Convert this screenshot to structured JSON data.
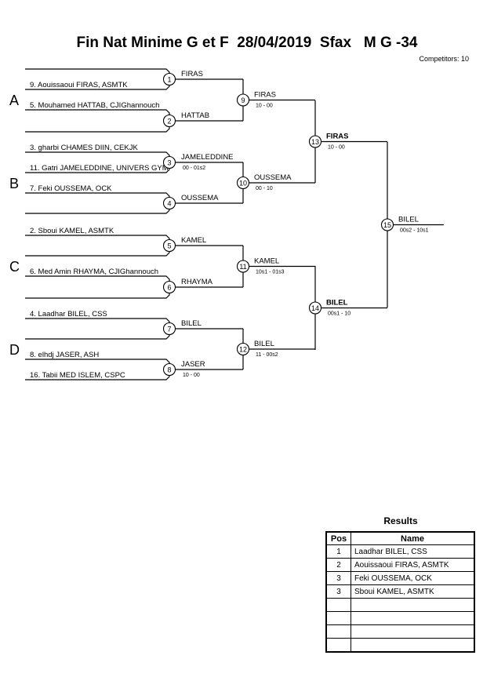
{
  "header": {
    "title": "Fin Nat Minime G et F  28/04/2019  Sfax   M G -34",
    "competitors": "Competitors: 10"
  },
  "groups": [
    "A",
    "B",
    "C",
    "D"
  ],
  "competitors": [
    "9. Aouissaoui FIRAS, ASMTK",
    "5. Mouhamed HATTAB, CJIGhannouch",
    "3. gharbi CHAMES DIIN, CEKJK",
    "11. Gatri JAMELEDDINE, UNIVERS GYM",
    "7. Feki OUSSEMA, OCK",
    "2. Sboui KAMEL, ASMTK",
    "6. Med Amin RHAYMA, CJIGhannouch",
    "4. Laadhar BILEL, CSS",
    "8. elhdj JASER, ASH",
    "16. Tabii MED ISLEM, CSPC"
  ],
  "matches": [
    {
      "num": "1",
      "winner": "FIRAS",
      "score": ""
    },
    {
      "num": "2",
      "winner": "HATTAB",
      "score": ""
    },
    {
      "num": "3",
      "winner": "JAMELEDDINE",
      "score": "00 - 01s2"
    },
    {
      "num": "4",
      "winner": "OUSSEMA",
      "score": ""
    },
    {
      "num": "5",
      "winner": "KAMEL",
      "score": ""
    },
    {
      "num": "6",
      "winner": "RHAYMA",
      "score": ""
    },
    {
      "num": "7",
      "winner": "BILEL",
      "score": ""
    },
    {
      "num": "8",
      "winner": "JASER",
      "score": "10 - 00"
    },
    {
      "num": "9",
      "winner": "FIRAS",
      "score": "10 - 00"
    },
    {
      "num": "10",
      "winner": "OUSSEMA",
      "score": "00 - 10"
    },
    {
      "num": "11",
      "winner": "KAMEL",
      "score": "10s1 - 01s3"
    },
    {
      "num": "12",
      "winner": "BILEL",
      "score": "11 - 00s2"
    },
    {
      "num": "13",
      "winner": "FIRAS",
      "score": "10 - 00"
    },
    {
      "num": "14",
      "winner": "BILEL",
      "score": "00s1 - 10"
    },
    {
      "num": "15",
      "winner": "BILEL",
      "score": "00s2 - 10s1"
    }
  ],
  "results": {
    "title": "Results",
    "headers": {
      "pos": "Pos",
      "name": "Name"
    },
    "rows": [
      {
        "pos": "1",
        "name": "Laadhar BILEL, CSS"
      },
      {
        "pos": "2",
        "name": "Aouissaoui FIRAS, ASMTK"
      },
      {
        "pos": "3",
        "name": "Feki OUSSEMA, OCK"
      },
      {
        "pos": "3",
        "name": "Sboui KAMEL, ASMTK"
      },
      {
        "pos": "",
        "name": ""
      },
      {
        "pos": "",
        "name": ""
      },
      {
        "pos": "",
        "name": ""
      },
      {
        "pos": "",
        "name": ""
      }
    ]
  }
}
